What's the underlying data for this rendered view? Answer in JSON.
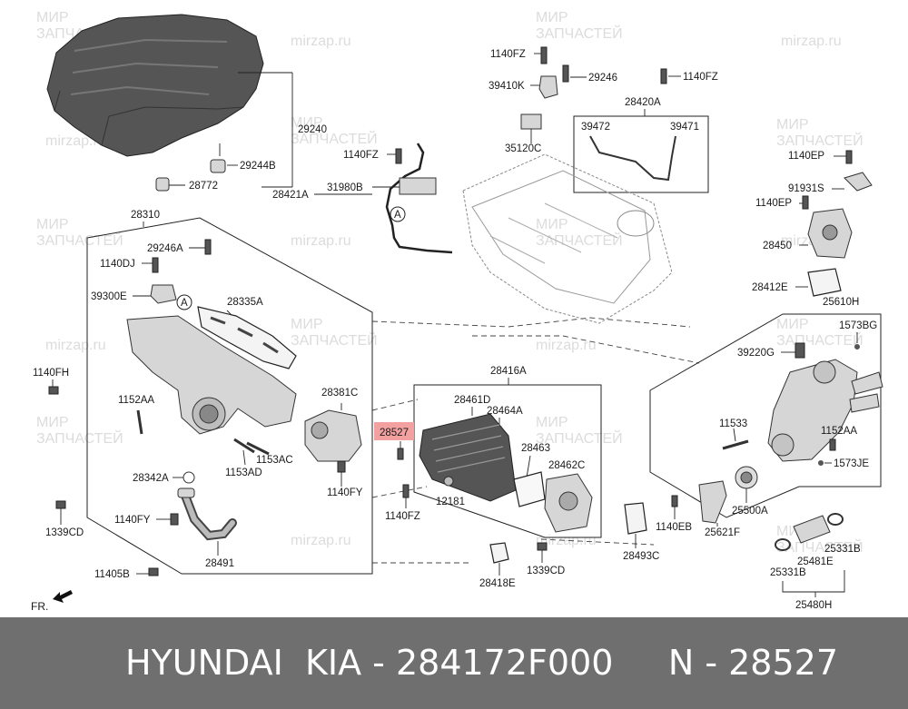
{
  "watermarks": [
    "МИР",
    "ЗАПЧАСТЕЙ",
    "mirzap.ru"
  ],
  "labels": {
    "l29240": "29240",
    "l29244B": "29244B",
    "l28772": "28772",
    "l1140FZ_a": "1140FZ",
    "l29246": "29246",
    "l1140FZ_b": "1140FZ",
    "l39410K": "39410K",
    "l28420A": "28420A",
    "l39472": "39472",
    "l39471": "39471",
    "l35120C": "35120C",
    "l1140FZ_c": "1140FZ",
    "l28421A": "28421A",
    "l31980B": "31980B",
    "l28310": "28310",
    "l29246A": "29246A",
    "l1140DJ": "1140DJ",
    "l39300E": "39300E",
    "l28335A": "28335A",
    "l1140FH": "1140FH",
    "l1152AA_a": "1152AA",
    "l28381C": "28381C",
    "l28342A": "28342A",
    "l1153AC": "1153AC",
    "l1153AD": "1153AD",
    "l1140FY_a": "1140FY",
    "l1339CD_a": "1339CD",
    "l1140FY_b": "1140FY",
    "l28491": "28491",
    "l11405B": "11405B",
    "l28416A": "28416A",
    "l28461D": "28461D",
    "l28464A": "28464A",
    "l28527": "28527",
    "l28463": "28463",
    "l28462C": "28462C",
    "l12181": "12181",
    "l1140FZ_d": "1140FZ",
    "l28418E": "28418E",
    "l1339CD_b": "1339CD",
    "l28493C": "28493C",
    "l1140EP_a": "1140EP",
    "l91931S": "91931S",
    "l1140EP_b": "1140EP",
    "l28450": "28450",
    "l28412E": "28412E",
    "l25610H": "25610H",
    "l1573BG": "1573BG",
    "l39220G": "39220G",
    "l11533": "11533",
    "l1152AA_b": "1152AA",
    "l1573JE": "1573JE",
    "l25500A": "25500A",
    "l1140EB": "1140EB",
    "l25621F": "25621F",
    "l25331B_a": "25331B",
    "l25481E": "25481E",
    "l25331B_b": "25331B",
    "l25480H": "25480H",
    "circleA1": "A",
    "circleA2": "A",
    "fr": "FR."
  },
  "highlight_color": "#f2a0a0",
  "footer": "HYUNDAI  KIA - 284172F000     N - 28527"
}
